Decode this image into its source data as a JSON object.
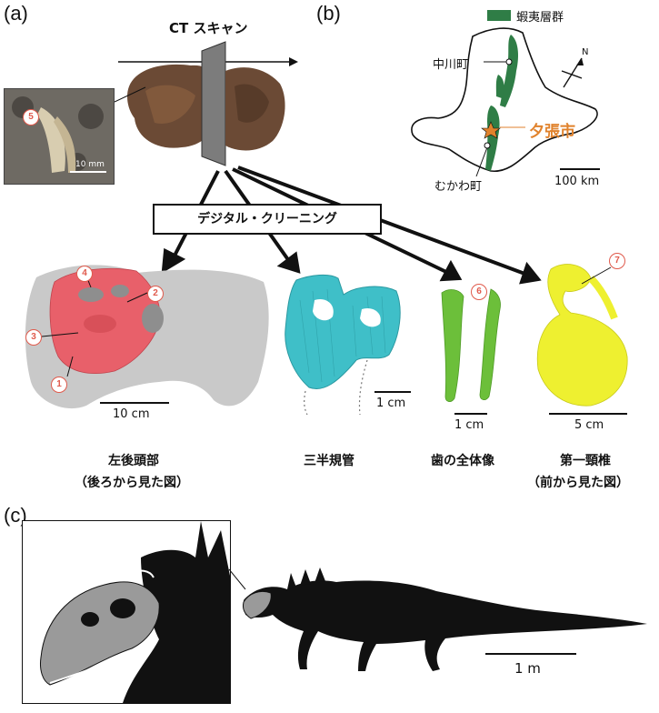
{
  "panel_labels": {
    "a": "(a)",
    "b": "(b)",
    "c": "(c)"
  },
  "ct_scan": {
    "label": "CT スキャン",
    "inset_marker": "5",
    "inset_scale": "10 mm"
  },
  "digital_cleaning": {
    "label": "デジタル・クリーニング"
  },
  "specimens": {
    "skull": {
      "caption_line1": "左後頭部",
      "caption_line2": "（後ろから見た図）",
      "scale": "10 cm",
      "markers": [
        "1",
        "2",
        "3",
        "4"
      ]
    },
    "canal": {
      "caption": "三半規管",
      "scale": "1 cm"
    },
    "tooth": {
      "caption": "歯の全体像",
      "scale": "1 cm",
      "marker": "6"
    },
    "vertebra": {
      "caption_line1": "第一頸椎",
      "caption_line2": "（前から見た図）",
      "scale": "5 cm",
      "marker": "7"
    }
  },
  "map": {
    "legend": "蝦夷層群",
    "place_nakagawa": "中川町",
    "place_mukawa": "むかわ町",
    "place_yubari": "夕張市",
    "scale": "100 km",
    "north": "N",
    "colors": {
      "formation": "#2f7d46",
      "highlight": "#e0822c"
    }
  },
  "reconstruction": {
    "scale": "1 m"
  },
  "colors": {
    "skull": "#e8606a",
    "canal": "#3fbfc8",
    "tooth": "#6cbf3a",
    "vertebra": "#eef030",
    "silhouette": "#111111"
  }
}
